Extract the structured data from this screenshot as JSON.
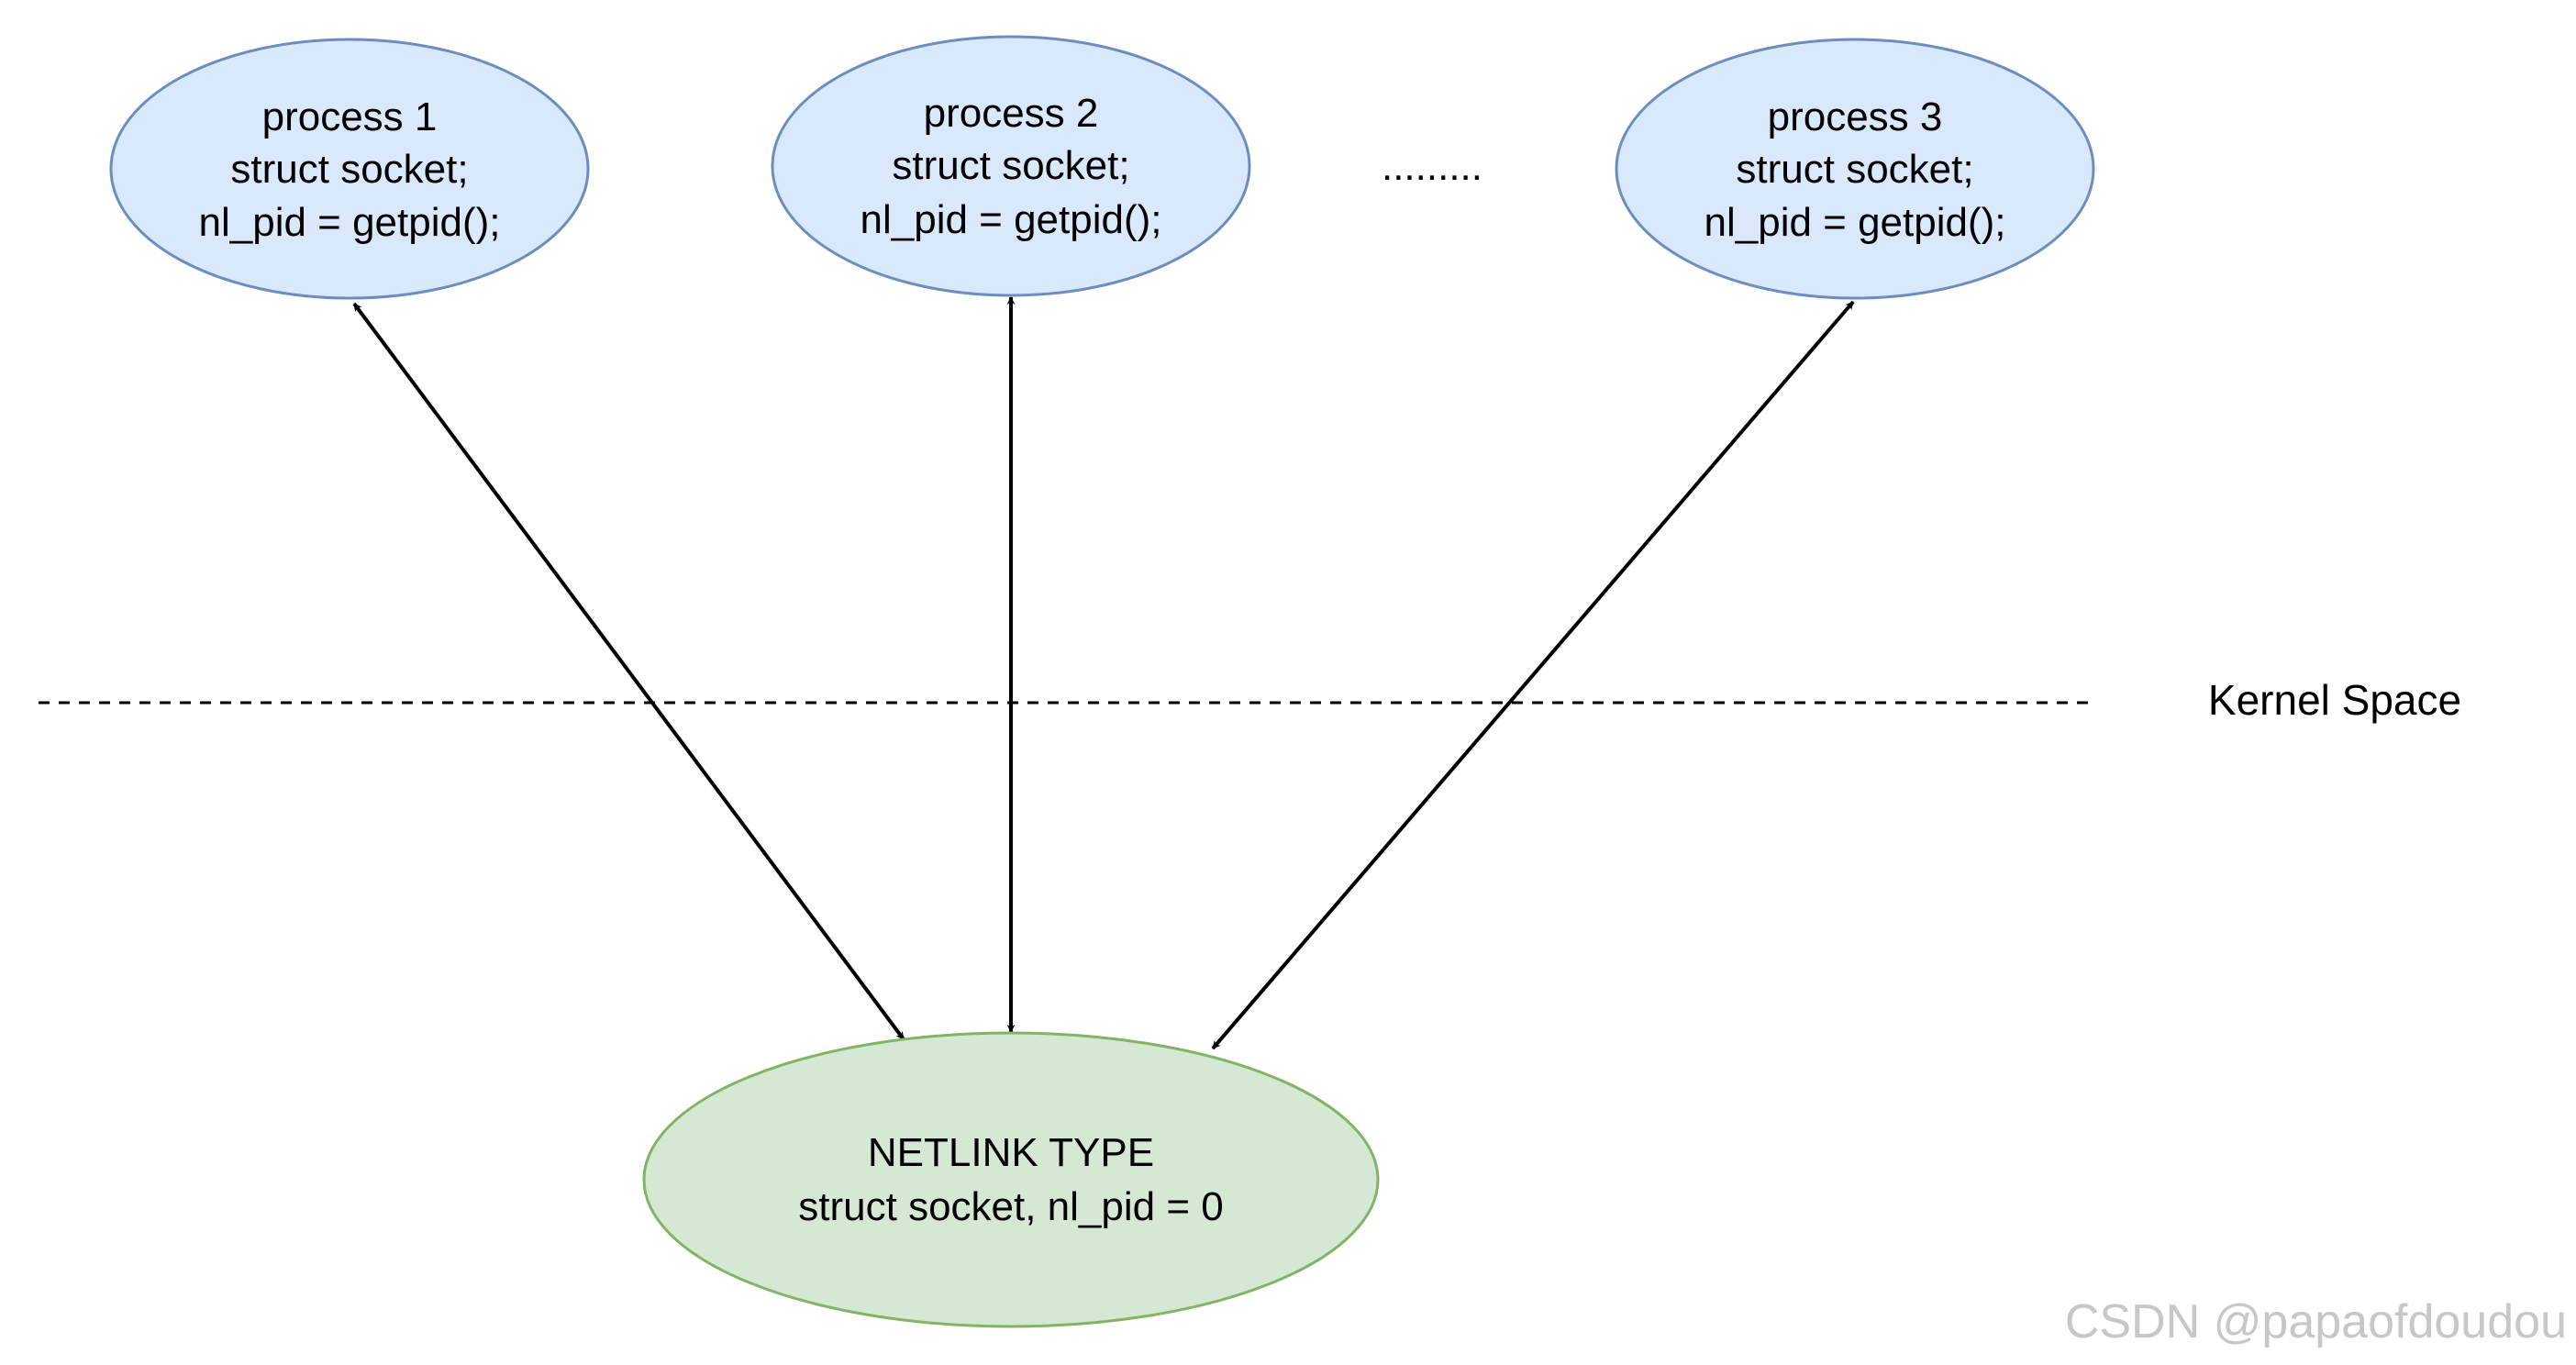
{
  "colors": {
    "process_fill": "#dae8fc",
    "process_stroke": "#6c8ebf",
    "kernel_fill": "#d5e8d4",
    "kernel_stroke": "#82b366",
    "edge": "#000000",
    "watermark": "#c7c7c7"
  },
  "processes": [
    {
      "title": "process 1",
      "line2": "struct socket;",
      "line3": "nl_pid = getpid();"
    },
    {
      "title": "process 2",
      "line2": "struct socket;",
      "line3": "nl_pid = getpid();"
    },
    {
      "title": "process 3",
      "line2": "struct socket;",
      "line3": "nl_pid = getpid();"
    }
  ],
  "ellipsis": ".........",
  "boundary_label": "Kernel Space",
  "kernel_node": {
    "title": "NETLINK TYPE",
    "line2": "struct socket, nl_pid = 0"
  },
  "connections": [
    {
      "from": "process 1",
      "to": "NETLINK TYPE",
      "bidirectional": true
    },
    {
      "from": "process 2",
      "to": "NETLINK TYPE",
      "bidirectional": true
    },
    {
      "from": "process 3",
      "to": "NETLINK TYPE",
      "bidirectional": true
    }
  ],
  "watermark": "CSDN @papaofdoudou"
}
